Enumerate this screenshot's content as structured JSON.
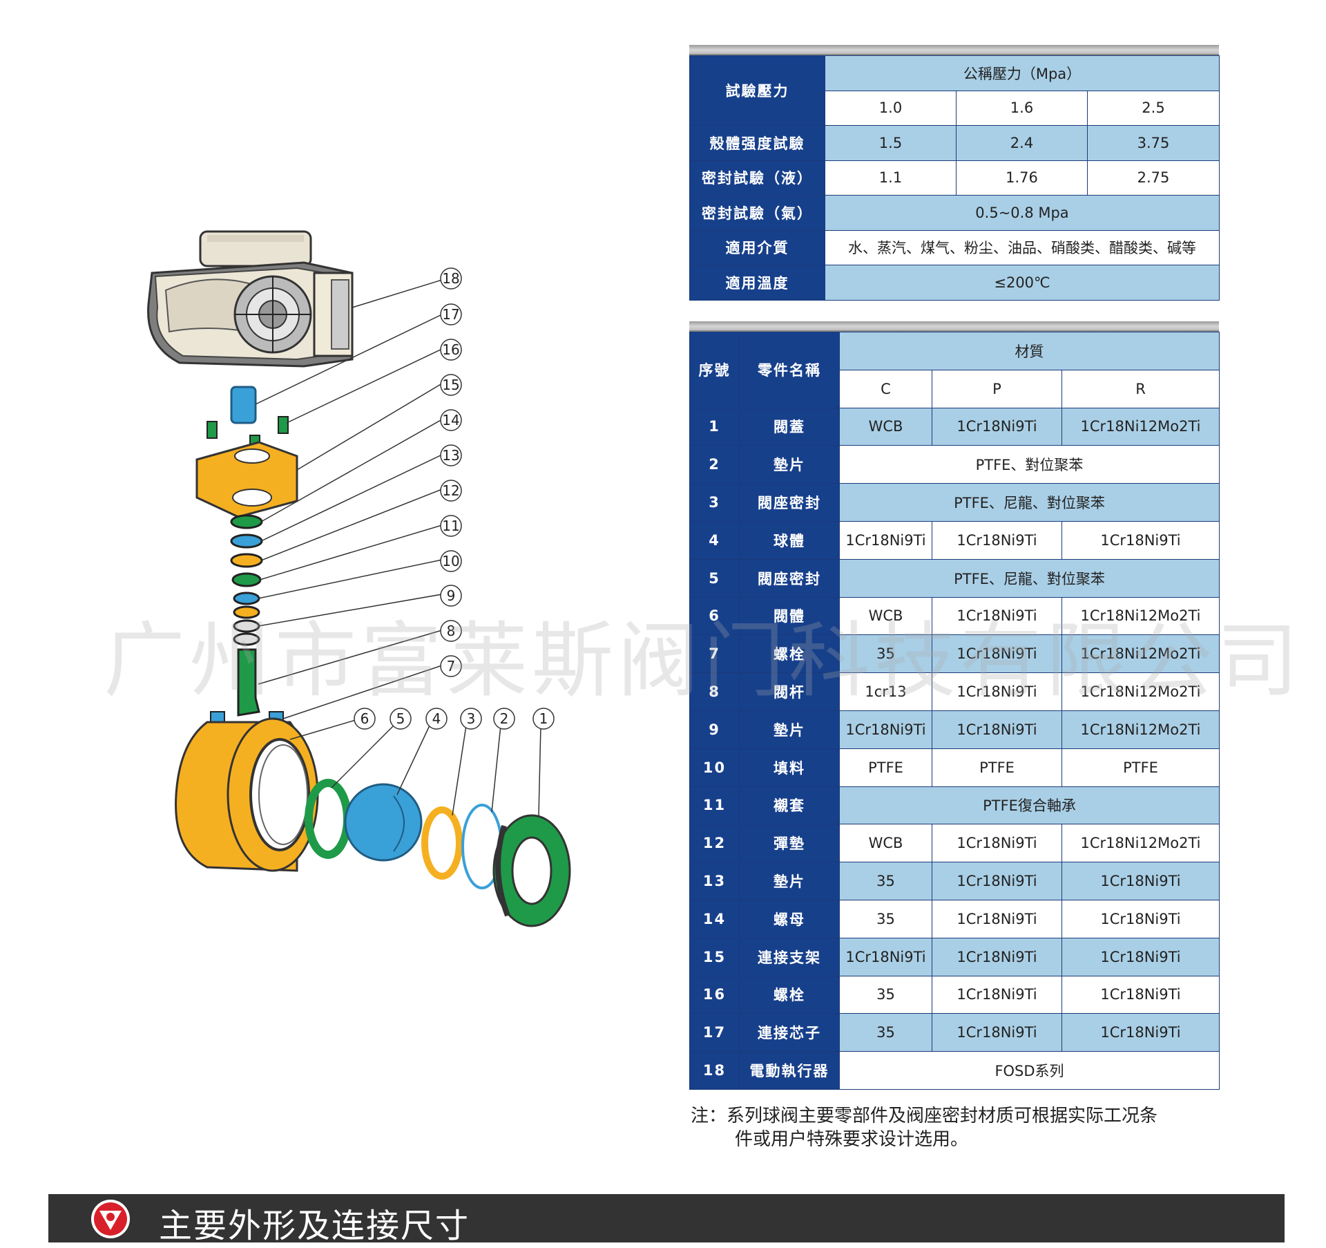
{
  "pressure_table": {
    "label_test_pressure": "試驗壓力",
    "label_nominal": "公稱壓力（Mpa）",
    "nominal_values": [
      "1.0",
      "1.6",
      "2.5"
    ],
    "rows": [
      {
        "label": "殼體强度試驗",
        "values": [
          "1.5",
          "2.4",
          "3.75"
        ]
      },
      {
        "label": "密封試驗（液）",
        "values": [
          "1.1",
          "1.76",
          "2.75"
        ]
      }
    ],
    "gas_label": "密封試驗（氣）",
    "gas_value": "0.5~0.8 Mpa",
    "medium_label": "適用介質",
    "medium_value": "水、蒸汽、煤气、粉尘、油品、硝酸类、醋酸类、碱等",
    "temp_label": "適用溫度",
    "temp_value": "≤200℃"
  },
  "material_table": {
    "col_no": "序號",
    "col_name": "零件名稱",
    "col_material": "材質",
    "sub_cols": [
      "C",
      "P",
      "R"
    ],
    "rows": [
      {
        "no": "1",
        "name": "閥蓋",
        "vals": [
          "WCB",
          "1Cr18Ni9Ti",
          "1Cr18Ni12Mo2Ti"
        ]
      },
      {
        "no": "2",
        "name": "墊片",
        "span": "PTFE、對位聚苯"
      },
      {
        "no": "3",
        "name": "閥座密封",
        "span": "PTFE、尼龍、對位聚苯"
      },
      {
        "no": "4",
        "name": "球體",
        "vals": [
          "1Cr18Ni9Ti",
          "1Cr18Ni9Ti",
          "1Cr18Ni9Ti"
        ]
      },
      {
        "no": "5",
        "name": "閥座密封",
        "span": "PTFE、尼龍、對位聚苯"
      },
      {
        "no": "6",
        "name": "閥體",
        "vals": [
          "WCB",
          "1Cr18Ni9Ti",
          "1Cr18Ni12Mo2Ti"
        ]
      },
      {
        "no": "7",
        "name": "螺栓",
        "vals": [
          "35",
          "1Cr18Ni9Ti",
          "1Cr18Ni12Mo2Ti"
        ]
      },
      {
        "no": "8",
        "name": "閥杆",
        "vals": [
          "1cr13",
          "1Cr18Ni9Ti",
          "1Cr18Ni12Mo2Ti"
        ]
      },
      {
        "no": "9",
        "name": "墊片",
        "vals": [
          "1Cr18Ni9Ti",
          "1Cr18Ni9Ti",
          "1Cr18Ni12Mo2Ti"
        ]
      },
      {
        "no": "10",
        "name": "填料",
        "vals": [
          "PTFE",
          "PTFE",
          "PTFE"
        ]
      },
      {
        "no": "11",
        "name": "襯套",
        "span": "PTFE復合軸承"
      },
      {
        "no": "12",
        "name": "彈墊",
        "vals": [
          "WCB",
          "1Cr18Ni9Ti",
          "1Cr18Ni12Mo2Ti"
        ]
      },
      {
        "no": "13",
        "name": "墊片",
        "vals": [
          "35",
          "1Cr18Ni9Ti",
          "1Cr18Ni9Ti"
        ]
      },
      {
        "no": "14",
        "name": "螺母",
        "vals": [
          "35",
          "1Cr18Ni9Ti",
          "1Cr18Ni9Ti"
        ]
      },
      {
        "no": "15",
        "name": "連接支架",
        "vals": [
          "1Cr18Ni9Ti",
          "1Cr18Ni9Ti",
          "1Cr18Ni9Ti"
        ]
      },
      {
        "no": "16",
        "name": "螺栓",
        "vals": [
          "35",
          "1Cr18Ni9Ti",
          "1Cr18Ni9Ti"
        ]
      },
      {
        "no": "17",
        "name": "連接芯子",
        "vals": [
          "35",
          "1Cr18Ni9Ti",
          "1Cr18Ni9Ti"
        ]
      },
      {
        "no": "18",
        "name": "電動執行器",
        "span": "FOSD系列"
      }
    ]
  },
  "note": {
    "line1": "注：系列球阀主要零部件及阀座密封材质可根据实际工况条",
    "line2": "件或用户特殊要求设计选用。"
  },
  "watermark": "广州市富莱斯阀门科技有限公司",
  "footer": {
    "title": "主要外形及连接尺寸"
  },
  "callouts": [
    "1",
    "2",
    "3",
    "4",
    "5",
    "6",
    "7",
    "8",
    "9",
    "10",
    "11",
    "12",
    "13",
    "14",
    "15",
    "16",
    "17",
    "18"
  ],
  "colors": {
    "header_blue": "#17408b",
    "light_blue": "#a9cfe6",
    "part_orange": "#f5b021",
    "part_blue": "#3aa0d8",
    "part_green": "#1f9a48",
    "footer_dark": "#333333",
    "logo_red": "#d8202a"
  }
}
